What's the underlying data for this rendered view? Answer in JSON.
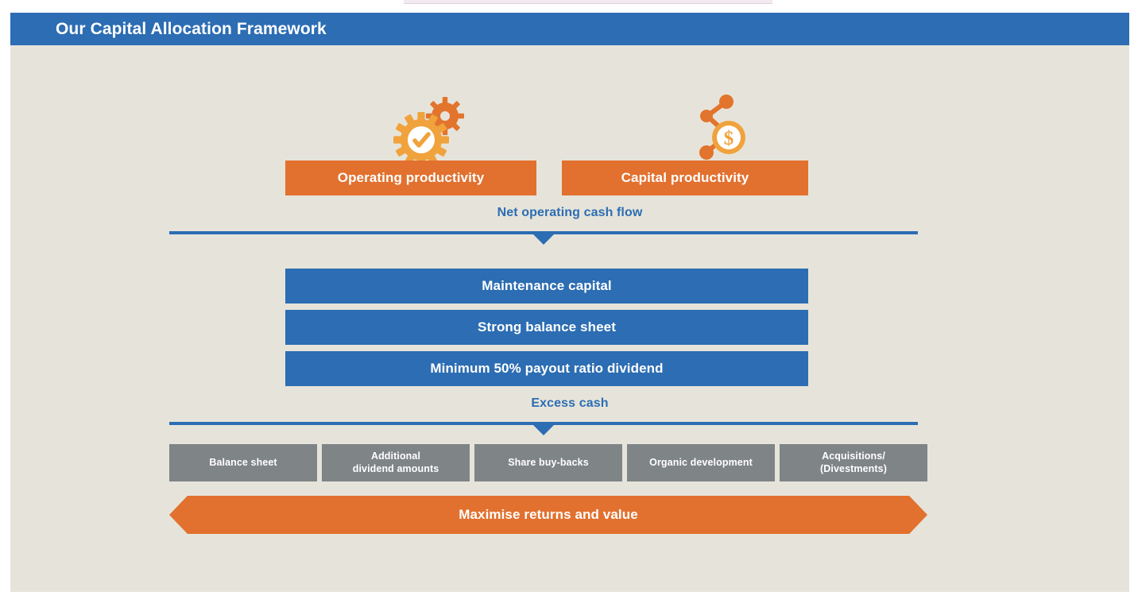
{
  "header": {
    "title": "Our Capital Allocation Framework",
    "bar_color": "#2c6db3",
    "text_color": "#ffffff"
  },
  "panel": {
    "background_color": "#e6e4da"
  },
  "colors": {
    "orange": "#e2712f",
    "blue": "#2c6db3",
    "grey": "#7f8487",
    "beige": "#e6e4da",
    "icon_gold": "#f0a23c",
    "white": "#ffffff"
  },
  "icons": [
    {
      "name": "gears-check-icon",
      "label": "operating productivity icon"
    },
    {
      "name": "network-dollar-coin-icon",
      "label": "capital productivity icon"
    }
  ],
  "sources": [
    {
      "label": "Operating productivity"
    },
    {
      "label": "Capital productivity"
    }
  ],
  "flows": [
    {
      "label": "Net operating cash flow"
    },
    {
      "label": "Excess cash"
    }
  ],
  "priorities": [
    {
      "label": "Maintenance capital"
    },
    {
      "label": "Strong balance sheet"
    },
    {
      "label": "Minimum 50% payout ratio dividend"
    }
  ],
  "options": [
    {
      "line1": "Balance sheet",
      "line2": ""
    },
    {
      "line1": "Additional",
      "line2": "dividend amounts"
    },
    {
      "line1": "Share buy-backs",
      "line2": ""
    },
    {
      "line1": "Organic development",
      "line2": ""
    },
    {
      "line1": "Acquisitions/",
      "line2": "(Divestments)"
    }
  ],
  "banner": {
    "label": "Maximise returns and value"
  }
}
